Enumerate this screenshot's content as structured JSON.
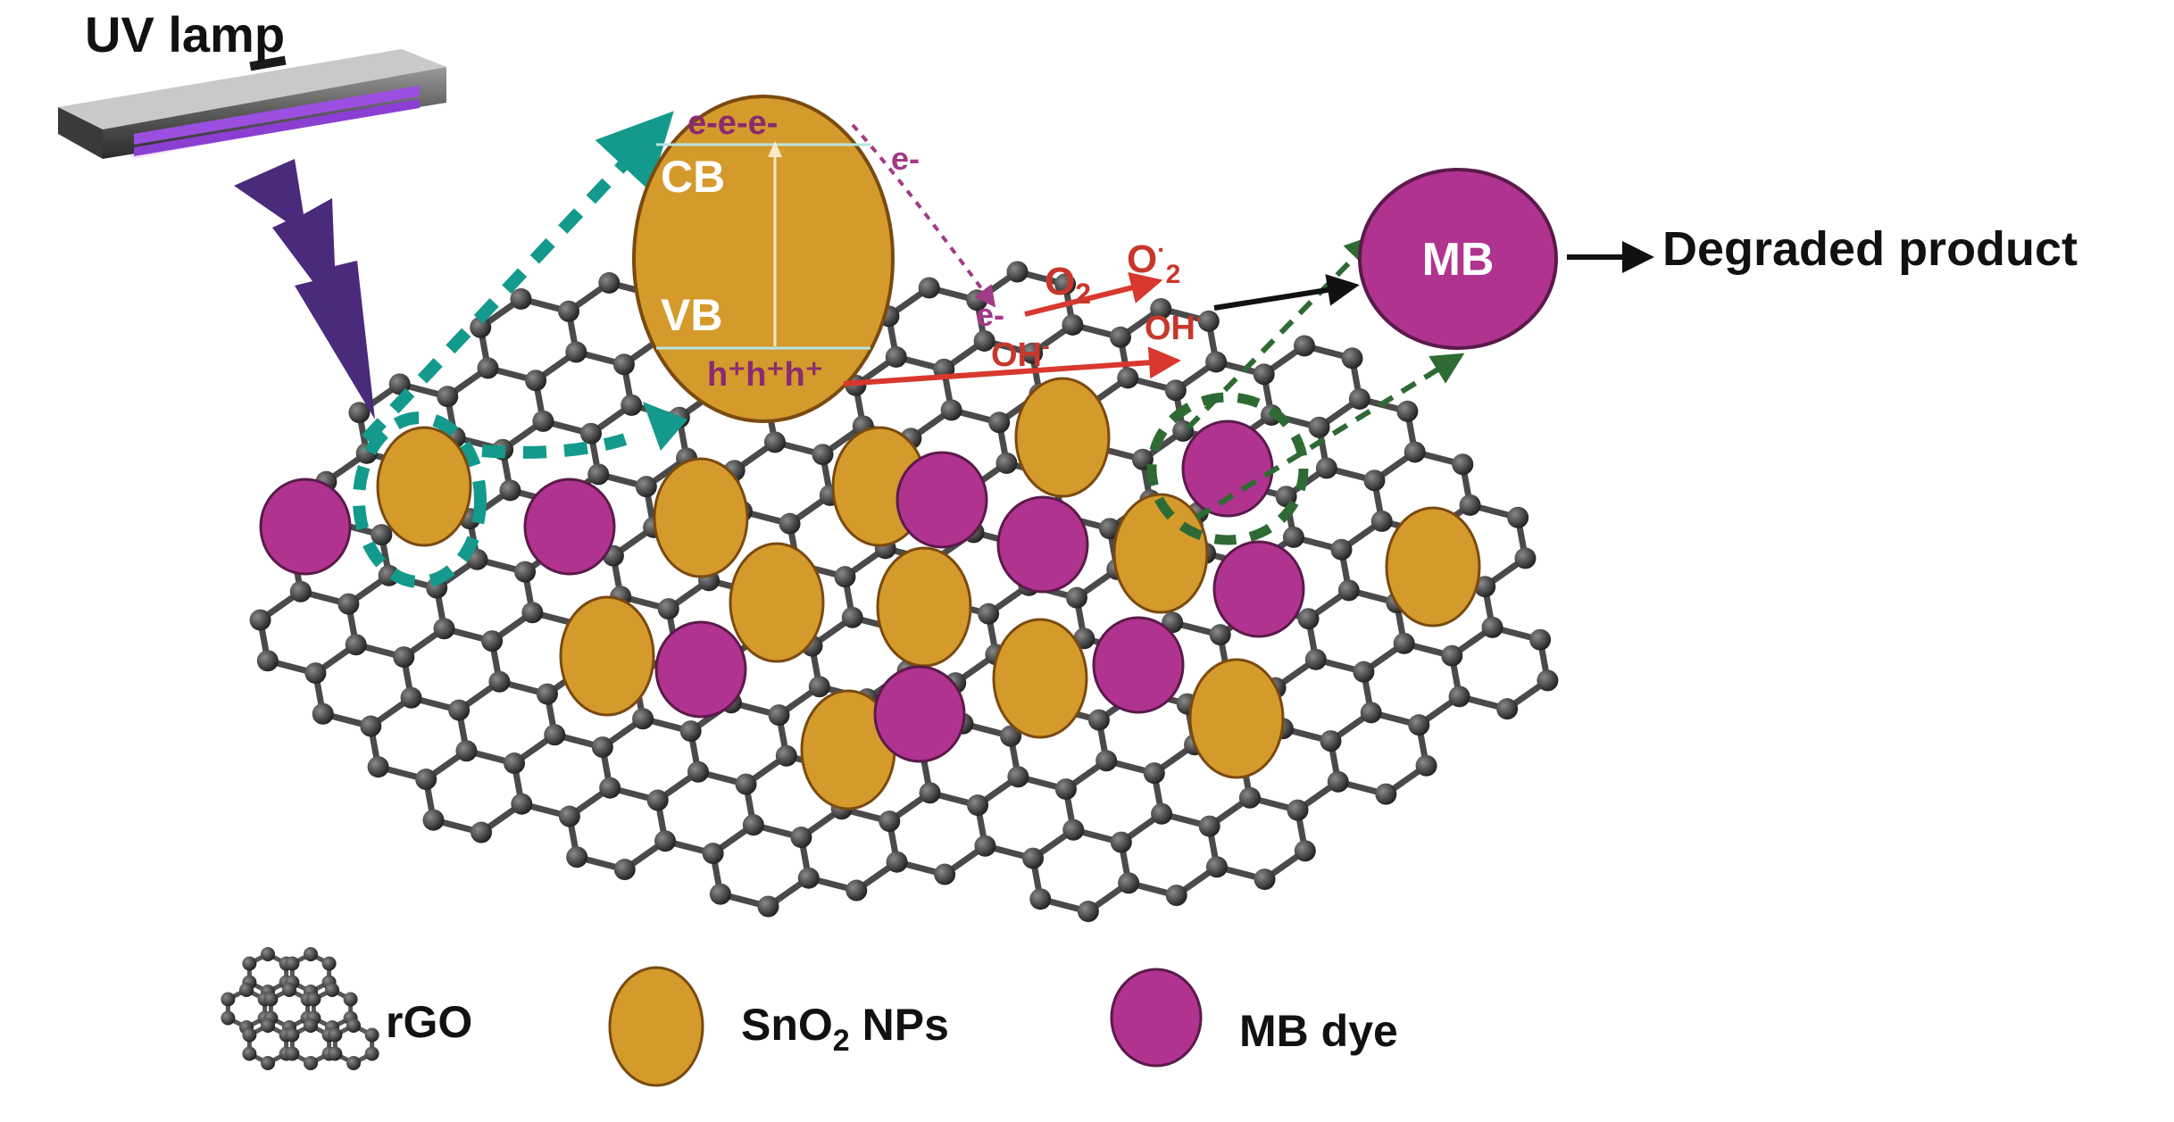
{
  "uv_lamp": {
    "label": "UV lamp"
  },
  "band": {
    "electrons": "e-e-e-",
    "cb": "CB",
    "vb": "VB",
    "holes": "h⁺h⁺h⁺",
    "electron_transfer": "e-"
  },
  "reactions": {
    "electron_site": "e-",
    "o2": "O",
    "o2_sub": "2",
    "superoxide": "O",
    "superoxide_sup": "·",
    "superoxide_sub": "2",
    "hydroxide": "OH",
    "hydroxide_sup": "-",
    "hydroxyl_radical": "OH",
    "hydroxyl_radical_sup": "·"
  },
  "mb_target": {
    "label": "MB",
    "product": "Degraded product"
  },
  "legend": {
    "rgo": "rGO",
    "sno2_main": "SnO",
    "sno2_sub": "2",
    "sno2_tail": " NPs",
    "mb_dye": "MB dye"
  },
  "colors": {
    "sno2_fill": "#D49A2C",
    "sno2_stroke": "#7A4A10",
    "mb_fill": "#B0338F",
    "mb_stroke": "#5A1A4A",
    "teal_arrow": "#139A8C",
    "green_arrow": "#2E6B34",
    "red_arrow": "#D8382E",
    "lightning": "#4A2A7A",
    "lamp_tube": "#9B4FE0",
    "graphene_node": "#3A3A3A",
    "reaction_text": "#C8372C",
    "electron_text": "#A33A86"
  }
}
